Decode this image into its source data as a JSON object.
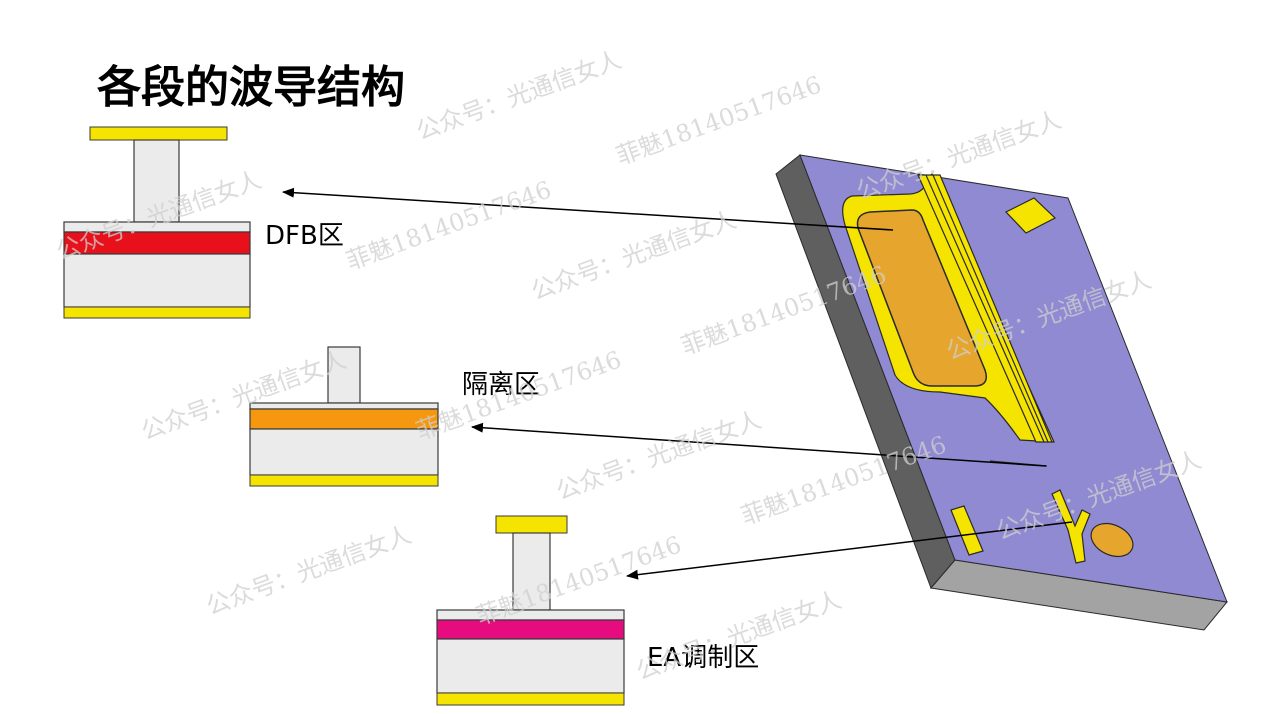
{
  "title": "各段的波导结构",
  "labels": {
    "dfb": "DFB区",
    "isolation": "隔离区",
    "ea": "EA调制区"
  },
  "watermarks": {
    "account": "公众号：光通信女人",
    "name": "菲魅18140517646"
  },
  "colors": {
    "contact_gold": "#f5e400",
    "body_gray": "#ebebeb",
    "dfb_active": "#e8101a",
    "isolation_layer": "#f5970f",
    "ea_layer": "#e60b7e",
    "chip_top": "#8f8ad1",
    "chip_side": "#5f5f5f",
    "chip_front": "#a3a3a3",
    "pad_orange": "#e6a52d"
  }
}
